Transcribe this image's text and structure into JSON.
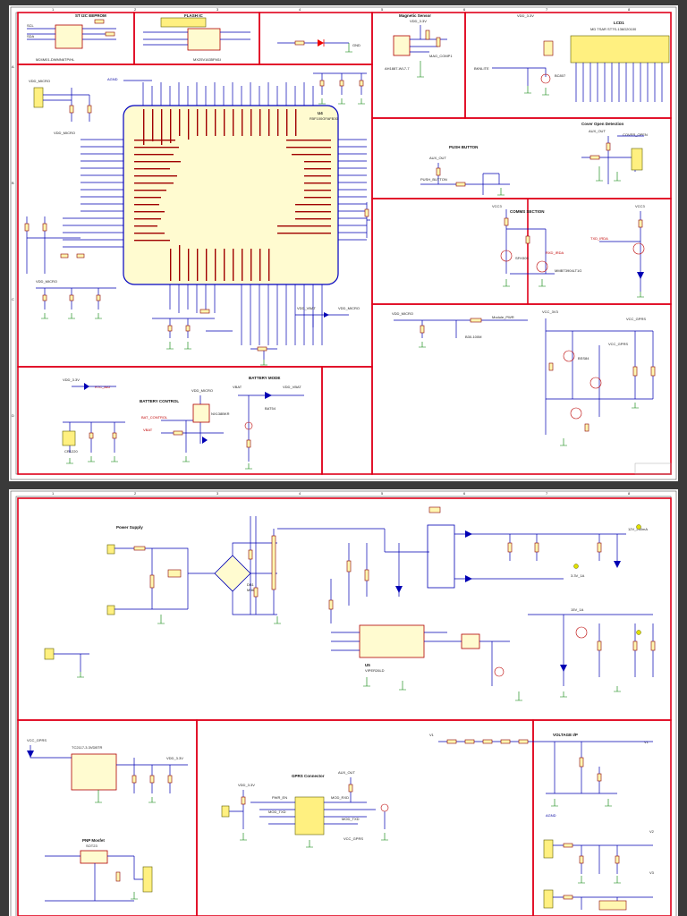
{
  "sheet1": {
    "block_eeprom": {
      "title": "ST I2C EEPROM",
      "part": "M24M01-DWMN6TP/HL"
    },
    "block_flash": {
      "title": "FLASH IC",
      "part": "MX25V1635FM1I"
    },
    "block_magnetic": {
      "title": "Magnetic Sensor",
      "supply": "VDD_3.3V",
      "part": "AH1887-WL7-7",
      "net": "MAG_COMP1"
    },
    "block_lcd": {
      "title": "LCD1",
      "part": "MD TSAR ST7S-136G20100",
      "supply": "VDD_3.3V",
      "net": "BKNLITE",
      "part2": "BC807"
    },
    "mcu": {
      "ref": "U4",
      "part": "R5F100GFAFB30"
    },
    "push_button": {
      "title": "PUSH BUTTON",
      "net_a": "AUX_OUT",
      "net_b": "PUSH_BUTTON"
    },
    "cover_open": {
      "title": "Cover Open Detection",
      "net_a": "AUX_OUT",
      "net_b": "COVER_OPEN"
    },
    "comms": {
      "title": "COMMS SECTION",
      "net_a": "VCC3",
      "net_b": "TXD_IRDA",
      "net_c": "RXD_IRDA",
      "part": "MMBT3904LT1G",
      "part2": "SFH309"
    },
    "module_pwr": {
      "net_a": "VDD_MICRO",
      "label": "Module_PWR",
      "part": "B30-100M"
    },
    "gprs": {
      "net_a": "VCC_3V3",
      "net_b": "VCC_GPRS",
      "part": "BSS84"
    },
    "battery_ctrl": {
      "title": "BATTERY CONTROL",
      "net_a": "VDD_MICRO",
      "net_b": "BAT_CONTROL",
      "net_c": "VBAT",
      "part": "NX138BKR"
    },
    "battery_mode": {
      "title": "BATTERY MODE",
      "net_a": "VBAT",
      "net_b": "VDD_VBAT",
      "part": "BAT54"
    },
    "rtc": {
      "net_a": "VDD_3.3V",
      "net_b": "RTC_BAT",
      "part": "CR1220"
    },
    "power_nets": {
      "vdd_micro": "VDD_MICRO",
      "agnd": "AGND",
      "gnd": "GND"
    }
  },
  "sheet2": {
    "power_supply": {
      "title": "Power Supply",
      "part": "VIPER26LD",
      "ref": "U5",
      "bridge": "DB1",
      "bridge_part": "MB6S"
    },
    "outputs": {
      "out1": "12V_250mA",
      "out2": "3.3V_1A",
      "out3": "15V_1A"
    },
    "ldo": {
      "part": "TC2117-3.3VDBTR",
      "net": "VDD_3.3V",
      "net_in": "VCC_GPRS"
    },
    "gprs_conn": {
      "title": "GPRS Connector",
      "net_a": "AUX_OUT",
      "net_b": "MOD_RXD",
      "net_c": "MOD_TXD",
      "net_d": "PWR_EN",
      "net_e": "VCC_GPRS"
    },
    "pnp": {
      "title": "PNP Mosfet",
      "part": "SOT23"
    },
    "voltage": {
      "title": "VOLTAGE I/P",
      "net_a": "V1",
      "net_b": "V2",
      "net_c": "V3"
    }
  },
  "page_numbers": {
    "cols": [
      "1",
      "2",
      "3",
      "4",
      "5",
      "6",
      "7",
      "8"
    ],
    "rows": [
      "A",
      "B",
      "C",
      "D"
    ]
  }
}
